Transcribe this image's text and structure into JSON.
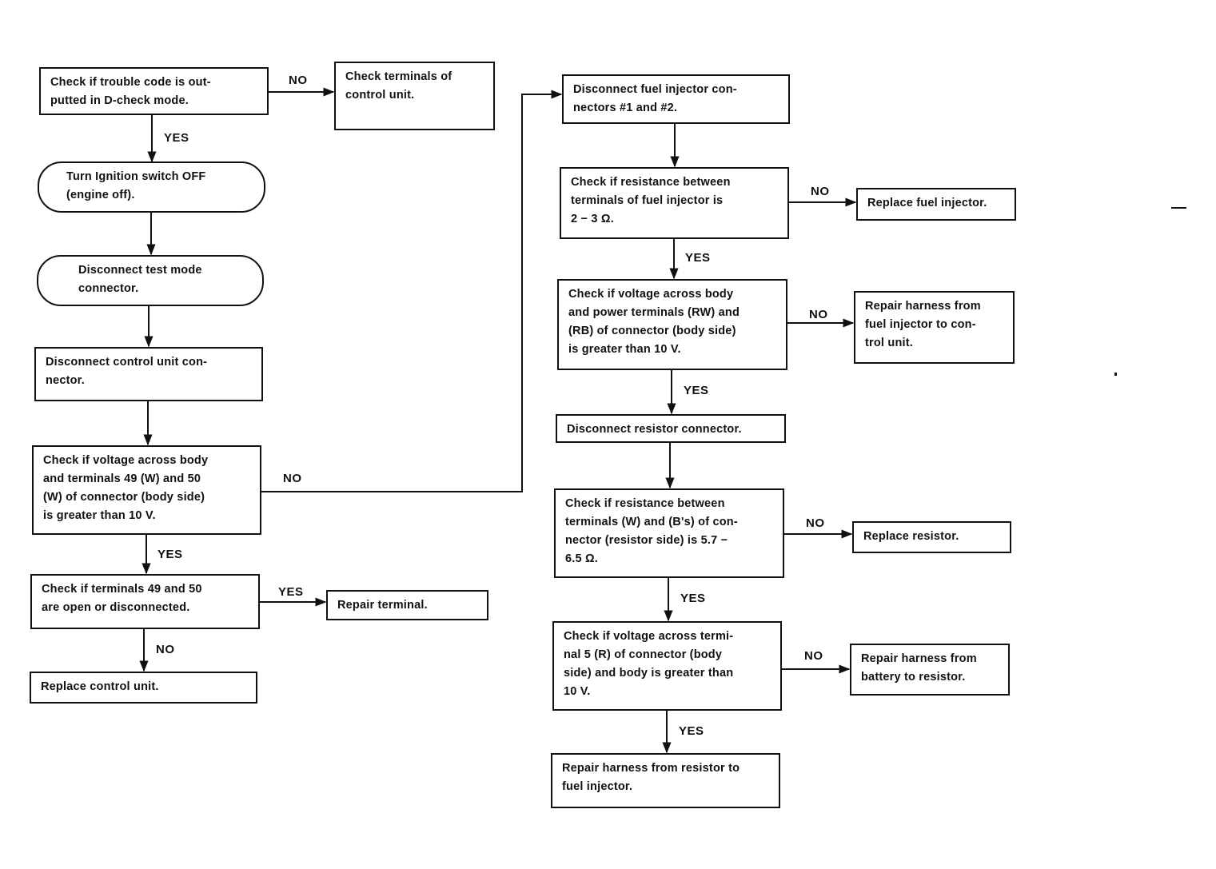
{
  "nodes": {
    "n1": "Check if trouble code is out-\nputted in D-check mode.",
    "n2": "Check terminals of\ncontrol unit.",
    "n3": "Turn Ignition switch OFF\n(engine off).",
    "n4": "Disconnect test mode\nconnector.",
    "n5": "Disconnect control unit con-\nnector.",
    "n6": "Check if voltage across body\nand terminals 49 (W) and 50\n(W) of connector (body side)\nis greater than 10 V.",
    "n7": "Check if terminals 49 and 50\nare open or disconnected.",
    "n8": "Repair terminal.",
    "n9": "Replace control unit.",
    "n10": "Disconnect fuel injector con-\nnectors #1 and #2.",
    "n11": "Check if resistance between\nterminals of fuel injector is\n2 − 3 Ω.",
    "n12": "Replace fuel injector.",
    "n13": "Check if voltage across body\nand power terminals (RW) and\n(RB) of connector (body side)\nis greater than 10 V.",
    "n14": "Repair harness from\nfuel injector to con-\ntrol unit.",
    "n15": "Disconnect resistor connector.",
    "n16": "Check if resistance between\nterminals (W) and (B's) of con-\nnector (resistor side) is 5.7 −\n6.5 Ω.",
    "n17": "Replace resistor.",
    "n18": "Check if voltage across termi-\nnal 5 (R) of connector (body\nside) and body is greater than\n10 V.",
    "n19": "Repair harness from\nbattery to resistor.",
    "n20": "Repair harness from resistor to\nfuel injector."
  },
  "edge_labels": {
    "yes": "YES",
    "no": "NO"
  }
}
